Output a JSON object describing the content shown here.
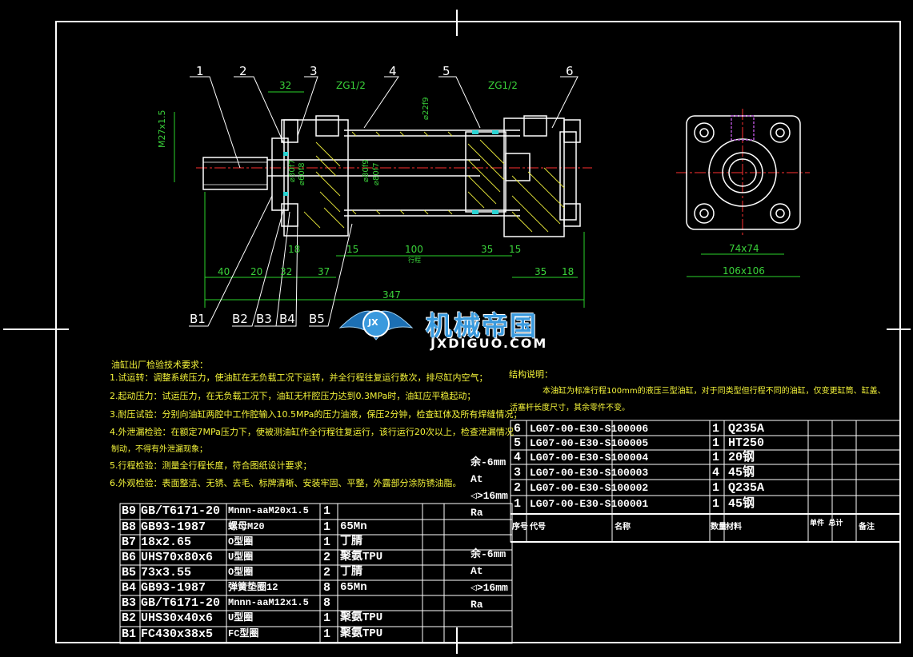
{
  "colors": {
    "background": "#000000",
    "frame": "#ffffff",
    "dimension": "#2ad42a",
    "part_outline": "#ffffff",
    "hatch": "#e6e63a",
    "center_line": "#ff3030",
    "text": "#f5f53a",
    "watermark_blue": "#3a9ade"
  },
  "balloons": {
    "top": [
      "1",
      "2",
      "3",
      "4",
      "5",
      "6"
    ],
    "bottom": [
      "B1",
      "B2",
      "B3",
      "B4",
      "B5"
    ]
  },
  "dims": {
    "d32_top": "32",
    "zg_left": "ZG1/2",
    "zg_right": "ZG1/2",
    "thread": "M27x1.5",
    "phi22": "⌀22f9",
    "phi30": "⌀30f7",
    "phi60": "⌀60f8",
    "phi80": "⌀80f9",
    "phi80b": "⌀80f7",
    "d40": "40",
    "d20": "20",
    "d32": "32",
    "d18a": "18",
    "d37": "37",
    "d15a": "15",
    "d100": "100",
    "stroke": "行程",
    "d35": "35",
    "d15b": "15",
    "d35b": "35",
    "d18b": "18",
    "d347": "347",
    "d74": "74x74",
    "d106": "106x106"
  },
  "watermark": {
    "cn": "机械帝国",
    "en": "JXDIGUO.COM",
    "badge": "JX"
  },
  "tech_notes": {
    "title": "油缸出厂检验技术要求：",
    "items": [
      "1.试运转：调整系统压力，使油缸在无负载工况下运转，并全行程往复运行数次，排尽缸内空气；",
      "2.起动压力：试运压力，在无负载工况下，油缸无杆腔压力达到0.3MPa时，油缸应平稳起动；",
      "3.耐压试验：分别向油缸两腔中工作腔输入10.5MPa的压力油液，保压2分钟，检查缸体及所有焊缝情况；",
      "4.外泄漏检验：在额定7MPa压力下，使被测油缸作全行程往复运行，该行运行20次以上，检查泄漏情况",
      "制动，不得有外泄漏现象；",
      "5.行程检验：测量全行程长度，符合图纸设计要求；",
      "6.外观检验：表面整洁、无锈、去毛、标牌清晰、安装牢固、平整，外露部分涂防锈油脂。"
    ]
  },
  "structure_notes": {
    "title": "结构说明：",
    "line1": "本油缸为标准行程100mm的液压三型油缸，对于同类型但行程不同的油缸，仅变更缸筒、缸盖、",
    "line2": "活塞杆长度尺寸，其余零件不变。"
  },
  "parts_table": {
    "rows": [
      {
        "no": "6",
        "code": "LG07-00-E30-S100006",
        "qty": "1",
        "mat": "Q235A"
      },
      {
        "no": "5",
        "code": "LG07-00-E30-S100005",
        "qty": "1",
        "mat": "HT250"
      },
      {
        "no": "4",
        "code": "LG07-00-E30-S100004",
        "qty": "1",
        "mat": "20钢"
      },
      {
        "no": "3",
        "code": "LG07-00-E30-S100003",
        "qty": "4",
        "mat": "45钢"
      },
      {
        "no": "2",
        "code": "LG07-00-E30-S100002",
        "qty": "1",
        "mat": "Q235A"
      },
      {
        "no": "1",
        "code": "LG07-00-E30-S100001",
        "qty": "1",
        "mat": "45钢"
      }
    ],
    "header": {
      "no": "序号",
      "code": "代号",
      "name": "名称",
      "qty": "数量",
      "mat": "材料",
      "weight": "单件 总计",
      "note": "备注"
    }
  },
  "side_labels": {
    "a1": "余-6mm",
    "a2": "At",
    "a3": "◁>16mm",
    "a4": "Ra",
    "b1": "余-6mm",
    "b2": "At",
    "b3": "◁>16mm",
    "b4": "Ra"
  },
  "std_table": {
    "rows": [
      {
        "no": "B9",
        "code": "GB/T6171-20",
        "name": "Mnnn-aaM20x1.5",
        "qty": "1",
        "mat": ""
      },
      {
        "no": "B8",
        "code": "GB93-1987",
        "name": "螺母M20",
        "qty": "1",
        "mat": "65Mn"
      },
      {
        "no": "B7",
        "code": "18x2.65",
        "name": "O型圈",
        "qty": "1",
        "mat": "丁腈"
      },
      {
        "no": "B6",
        "code": "UHS70x80x6",
        "name": "U型圈",
        "qty": "2",
        "mat": "聚氨TPU"
      },
      {
        "no": "B5",
        "code": "73x3.55",
        "name": "O型圈",
        "qty": "2",
        "mat": "丁腈"
      },
      {
        "no": "B4",
        "code": "GB93-1987",
        "name": "弹簧垫圈12",
        "qty": "8",
        "mat": "65Mn"
      },
      {
        "no": "B3",
        "code": "GB/T6171-20",
        "name": "Mnnn-aaM12x1.5",
        "qty": "8",
        "mat": ""
      },
      {
        "no": "B2",
        "code": "UHS30x40x6",
        "name": "U型圈",
        "qty": "1",
        "mat": "聚氨TPU"
      },
      {
        "no": "B1",
        "code": "FC430x38x5",
        "name": "FC型圈",
        "qty": "1",
        "mat": "聚氨TPU"
      }
    ]
  }
}
